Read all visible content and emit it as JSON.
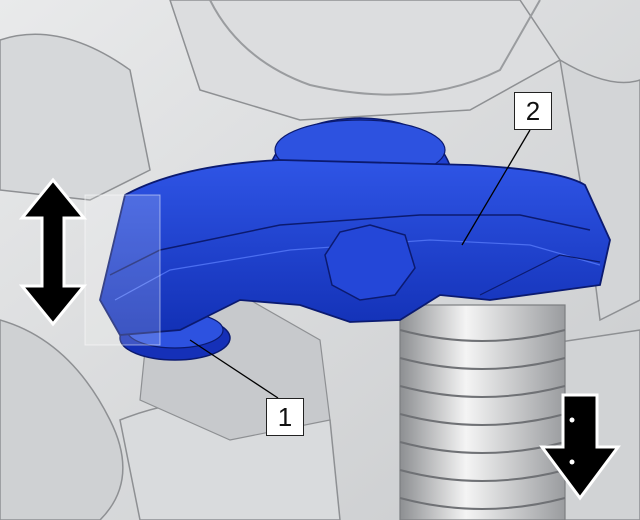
{
  "callouts": [
    {
      "id": "1",
      "label": "1"
    },
    {
      "id": "2",
      "label": "2"
    }
  ],
  "colors": {
    "rocker_blue": "#1d3fd1",
    "rocker_dark": "#0c1f86",
    "engine_grey": "#cfd1d3",
    "arrow_black": "#000000"
  },
  "icons": [
    "double-headed-vertical-arrow-icon",
    "down-arrow-icon"
  ]
}
